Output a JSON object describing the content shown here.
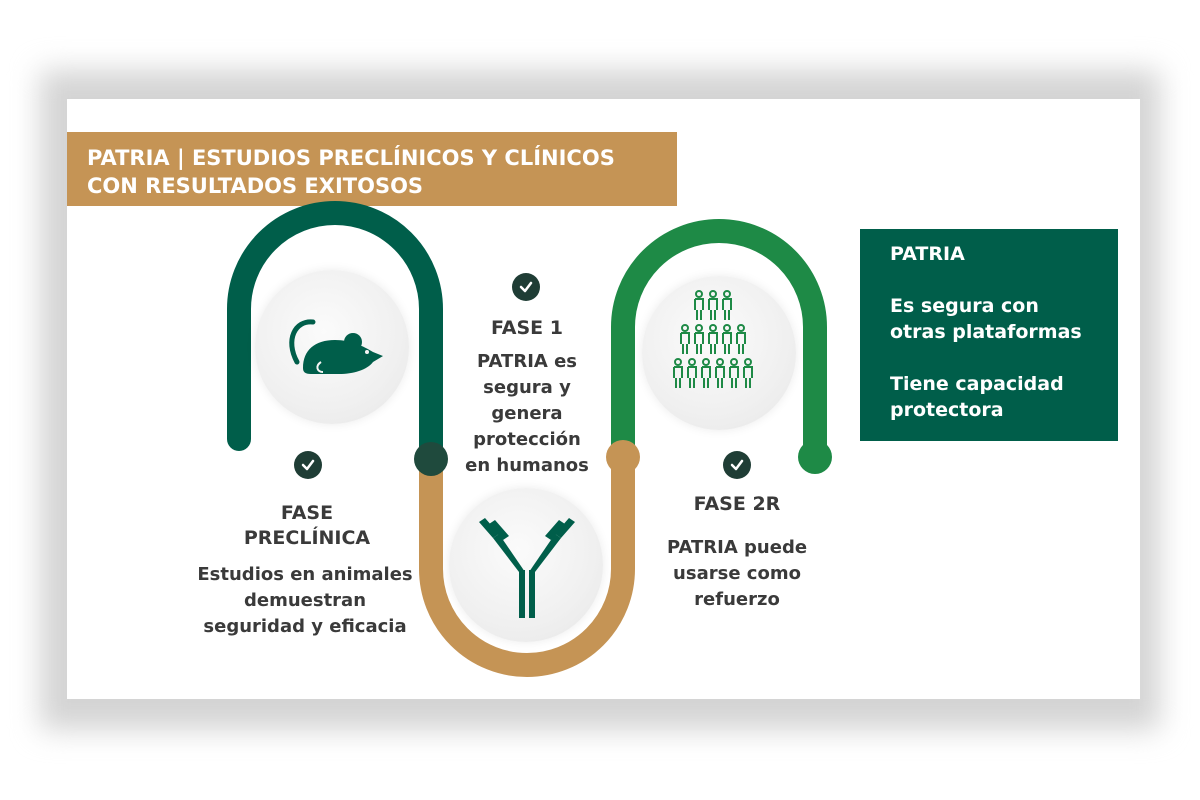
{
  "title": {
    "line1": "PATRIA | ESTUDIOS PRECLÍNICOS Y CLÍNICOS",
    "line2": "CON RESULTADOS EXITOSOS"
  },
  "phases": [
    {
      "icon": "mouse-icon",
      "title_lines": [
        "FASE",
        "PRECLÍNICA"
      ],
      "desc_lines": [
        "Estudios en animales",
        "demuestran",
        "seguridad y eficacia"
      ]
    },
    {
      "icon": "antibody-icon",
      "title_lines": [
        "FASE 1"
      ],
      "desc_lines": [
        "PATRIA es",
        "segura y",
        "genera",
        "protección",
        "en humanos"
      ]
    },
    {
      "icon": "people-pyramid-icon",
      "title_lines": [
        "FASE 2R"
      ],
      "desc_lines": [
        "PATRIA puede",
        "usarse como",
        "refuerzo"
      ]
    }
  ],
  "info_box": {
    "heading": "PATRIA",
    "point1_lines": [
      "Es segura con",
      "otras plataformas"
    ],
    "point2_lines": [
      "Tiene capacidad",
      "protectora"
    ]
  },
  "colors": {
    "dark_green": "#005e4a",
    "mid_green": "#1e8a46",
    "gold": "#c59455",
    "check_dark": "#1f3d35",
    "text": "#3a3a3a"
  }
}
